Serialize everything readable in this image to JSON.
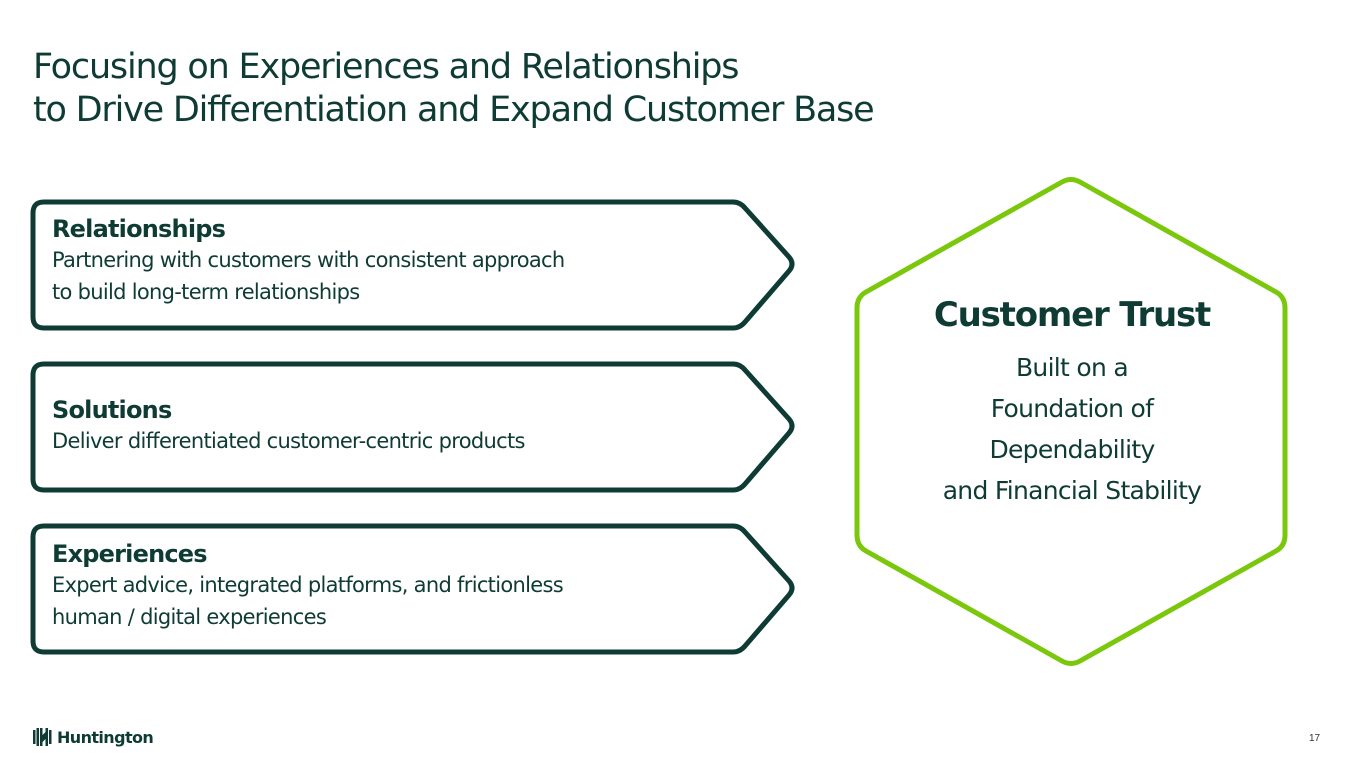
{
  "slide": {
    "title_lines": [
      "Focusing on Experiences and Relationships",
      "to Drive Differentiation and Expand Customer Base"
    ],
    "page_number": "17"
  },
  "pillars": [
    {
      "heading": "Relationships",
      "body_lines": [
        "Partnering with customers with consistent approach",
        "to build long-term relationships"
      ]
    },
    {
      "heading": "Solutions",
      "body_lines": [
        "Deliver differentiated customer-centric products"
      ]
    },
    {
      "heading": "Experiences",
      "body_lines": [
        "Expert advice, integrated platforms, and frictionless",
        "human / digital experiences"
      ]
    }
  ],
  "hexagon": {
    "title": "Customer Trust",
    "subtitle_lines": [
      "Built on a",
      "Foundation of",
      "Dependability",
      "and Financial Stability"
    ]
  },
  "brand": {
    "name": "Huntington",
    "logo_icon": "huntington-mark-icon"
  },
  "colors": {
    "dark_green": "#0e3b33",
    "lime_green": "#7ac70c",
    "background": "#ffffff"
  }
}
